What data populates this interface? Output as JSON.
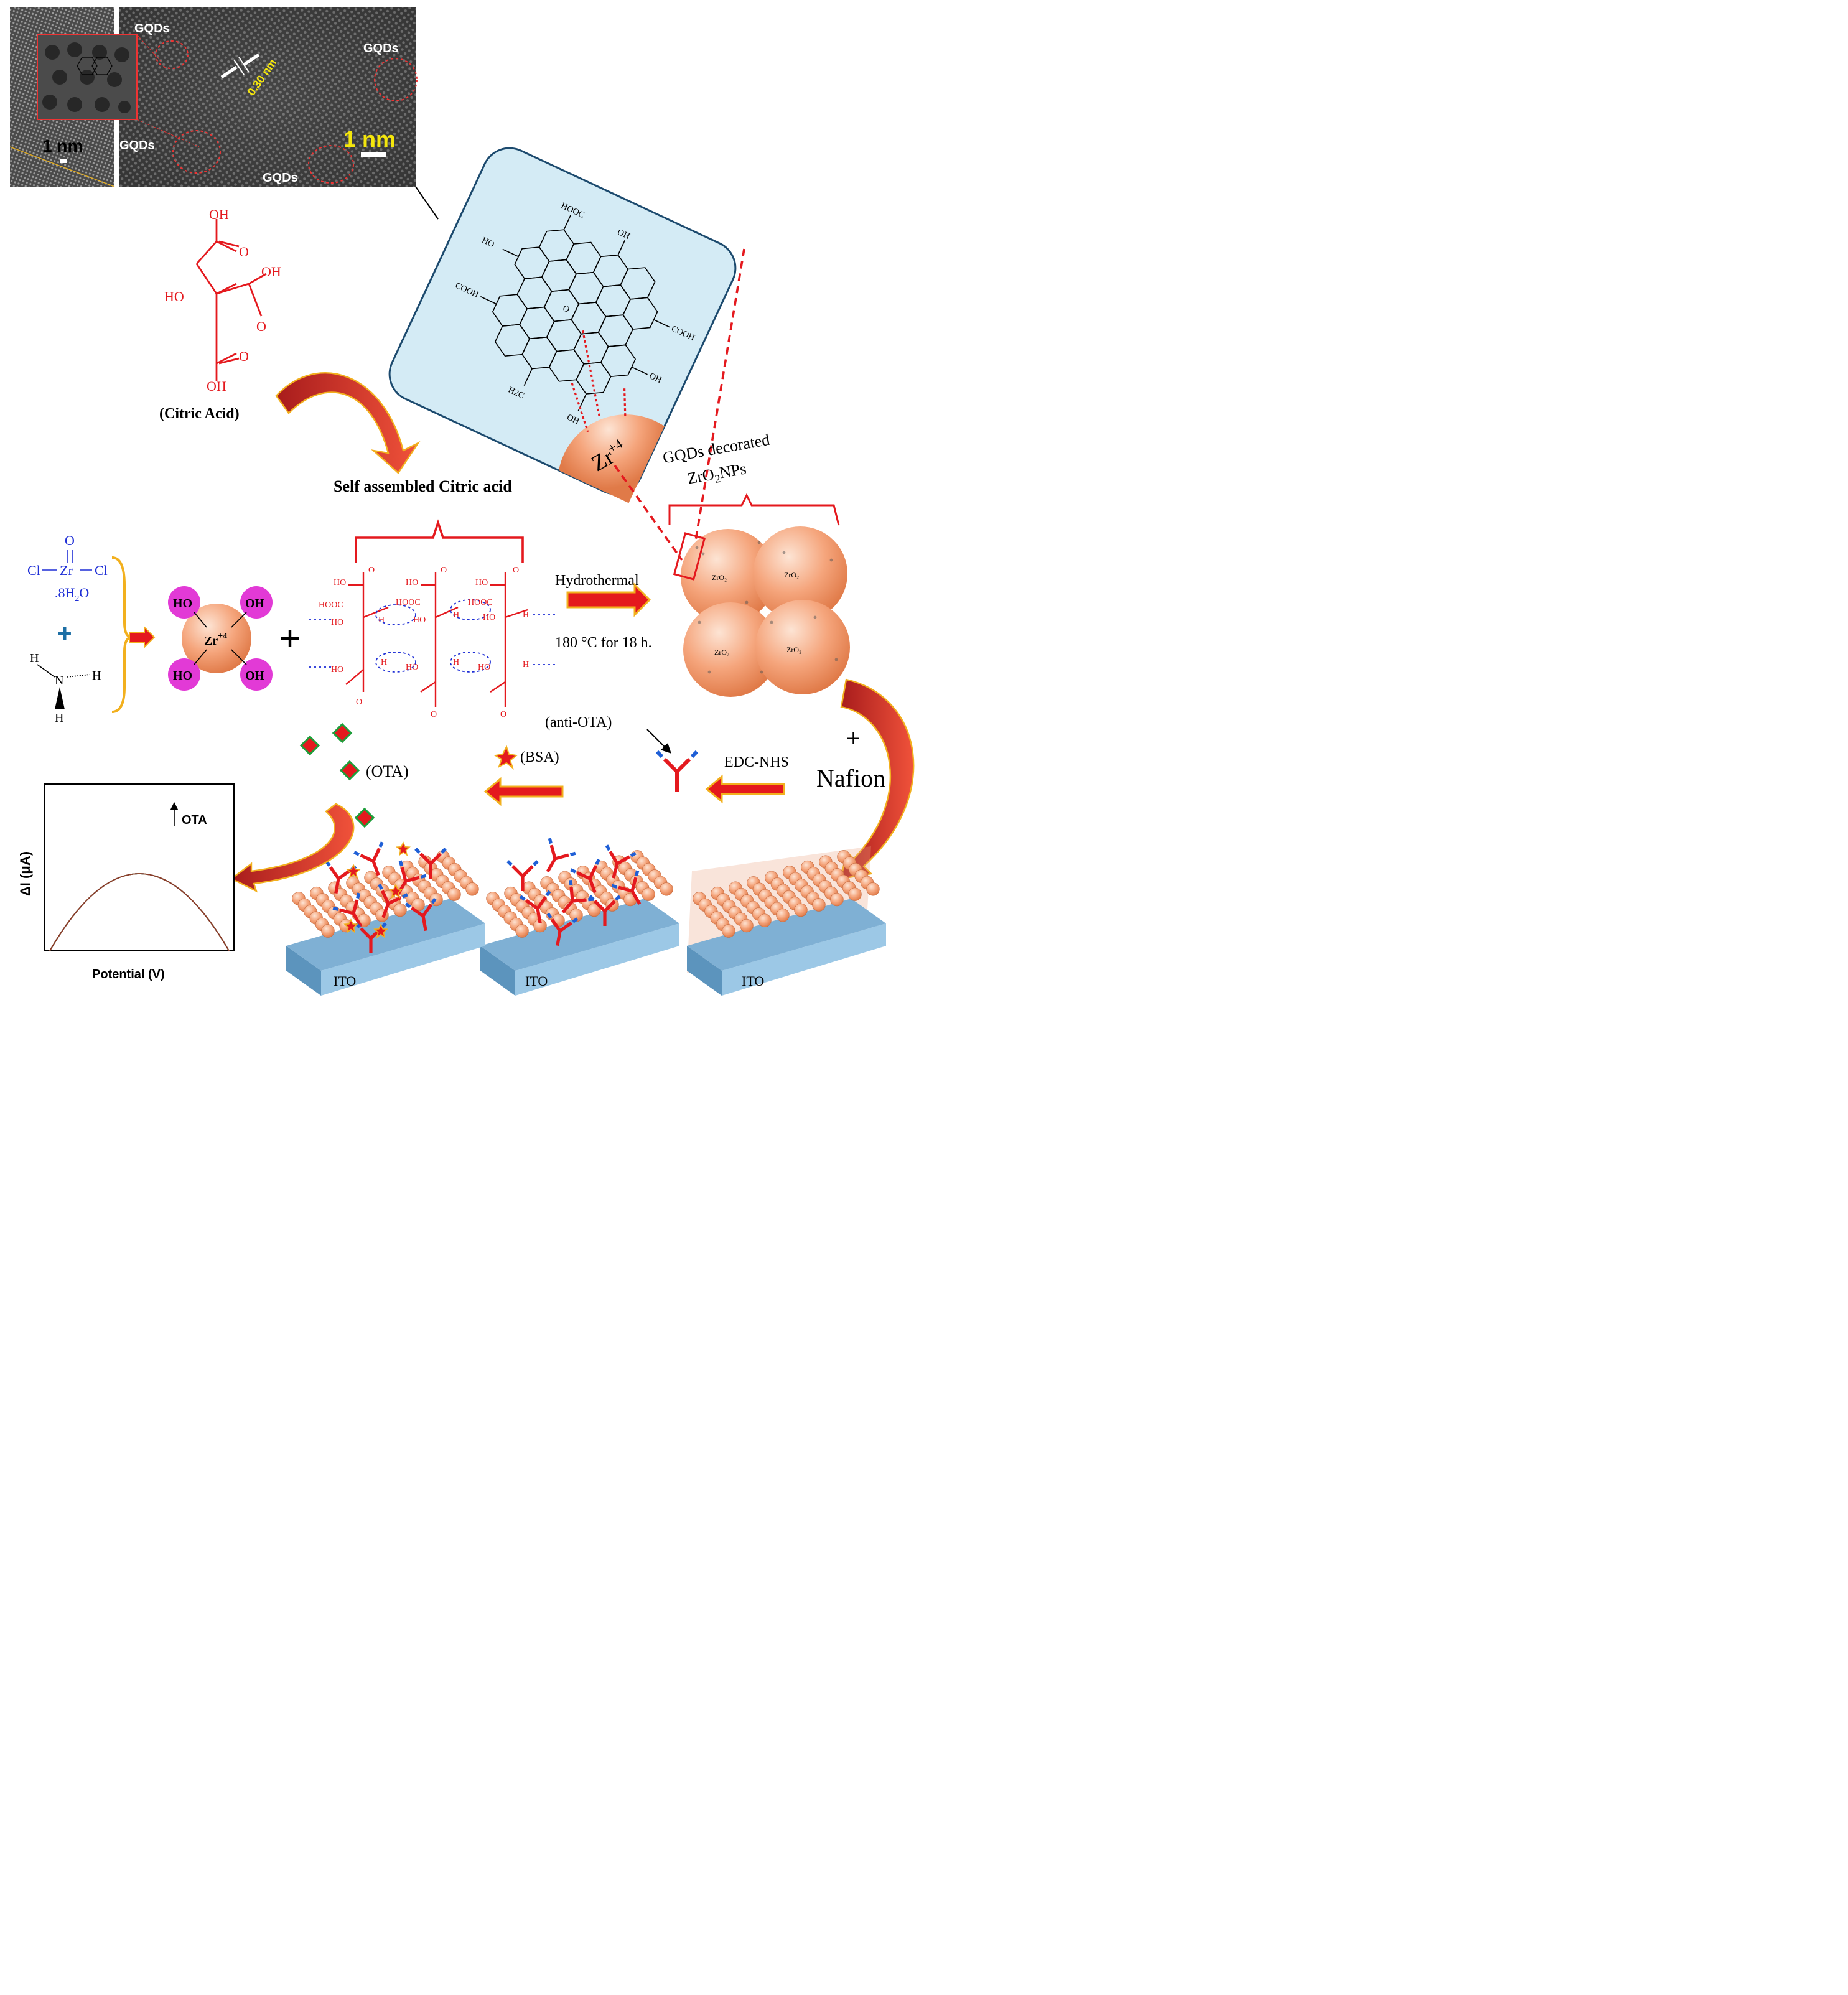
{
  "tem": {
    "gqd_labels": [
      "GQDs",
      "GQDs",
      "GQDs",
      "GQDs"
    ],
    "scale_left": "1 nm",
    "scale_right": "1 nm",
    "lattice_spacing": "0.30 nm"
  },
  "citric_acid": {
    "groups": {
      "oh_top": "OH",
      "o_top": "O",
      "oh_mid": "OH",
      "ho_left": "HO",
      "o_mid": "O",
      "o_bottom": "O",
      "oh_bottom": "OH"
    },
    "name": "(Citric Acid)"
  },
  "inset": {
    "ion": "Zr",
    "ion_charge": "+4",
    "groups": {
      "hooc": "HOOC",
      "cooh": "COOH",
      "oh": "OH",
      "ho": "HO",
      "h2c": "H2C",
      "o": "O"
    }
  },
  "gqd_zro2": {
    "label_line1": "GQDs decorated",
    "label_line2_prefix": "ZrO",
    "label_line2_sub": "2",
    "label_line2_suffix": "NPs",
    "sphere_label": "ZrO₂"
  },
  "self_assembled": {
    "label": "Self assembled Citric acid",
    "groups": {
      "ho": "HO",
      "hooc": "HOOC",
      "h": "H",
      "o": "O"
    }
  },
  "precursors": {
    "zrocl2": {
      "o": "O",
      "cl_left": "Cl",
      "zr": "Zr",
      "cl_right": "Cl",
      "hydrate_prefix": ".8H",
      "hydrate_sub": "2",
      "hydrate_suffix": "O"
    },
    "plus": "✚",
    "ammonia": {
      "n": "N",
      "h": "H"
    }
  },
  "zr_complex": {
    "center": "Zr",
    "charge": "+4",
    "ligands": [
      "HO",
      "OH",
      "HO",
      "OH"
    ]
  },
  "hydrothermal": {
    "line1": "Hydrothermal",
    "line2": "180 °C for 18  h."
  },
  "nafion": {
    "plus": "+",
    "name": "Nafion"
  },
  "electrodes": {
    "ito": [
      "ITO",
      "ITO",
      "ITO"
    ]
  },
  "reagents": {
    "edc_nhs": "EDC-NHS",
    "anti_ota": "(anti-OTA)",
    "bsa": "(BSA)",
    "ota": "(OTA)"
  },
  "dpv": {
    "ylabel": "ΔI (μA)",
    "xlabel": "Potential (V)",
    "arrow_label": "OTA",
    "curve_colors": [
      "#c0392b",
      "#000000",
      "#1f3fbf",
      "#d63fd6",
      "#1e9e3a",
      "#2fa4c7",
      "#5a2ca0",
      "#e0d020",
      "#8b3a2a"
    ]
  },
  "colors": {
    "red": "#e4191e",
    "blue": "#1f2fd6",
    "orange": "#f08a5a",
    "magenta": "#e23ad6",
    "inset_bg": "#d4ebf5",
    "ito": "#9cc8e6",
    "gold": "#f2b01e",
    "ammonia_plus": "#1d6fa5"
  }
}
